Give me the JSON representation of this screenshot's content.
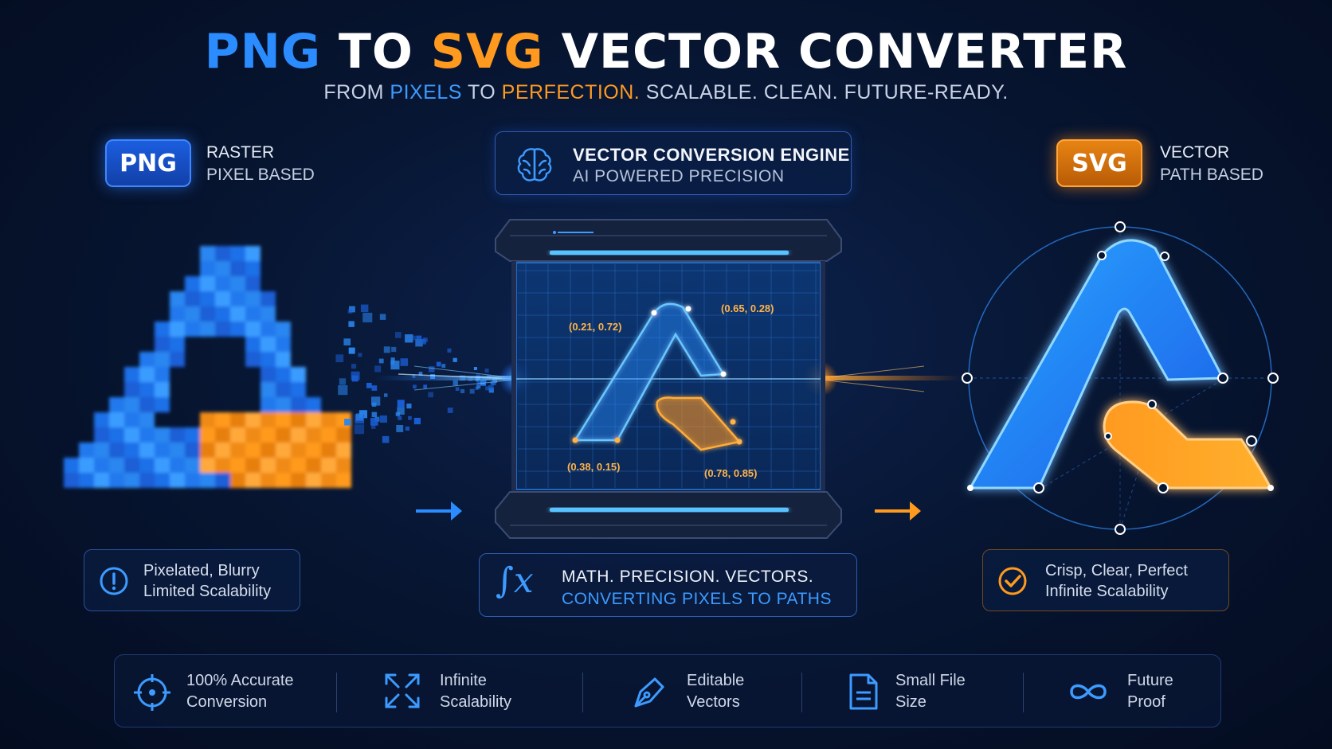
{
  "title": {
    "part1": "PNG",
    "part2": " TO ",
    "part3": "SVG",
    "part4": " VECTOR CONVERTER"
  },
  "subtitle": {
    "part1": "FROM ",
    "part2": "PIXELS",
    "part3": " TO ",
    "part4": "PERFECTION.",
    "part5": " SCALABLE. CLEAN. FUTURE-READY."
  },
  "left_panel": {
    "badge": "PNG",
    "line1": "RASTER",
    "line2": "PIXEL BASED",
    "info_line1": "Pixelated, Blurry",
    "info_line2": "Limited Scalability",
    "info_icon": "alert-circle-icon"
  },
  "center_panel": {
    "header_line1": "VECTOR CONVERSION ENGINE",
    "header_line2": "AI POWERED PRECISION",
    "header_icon": "brain-icon",
    "coord_1": "(0.21, 0.72)",
    "coord_2": "(0.65, 0.28)",
    "coord_3": "(0.38, 0.15)",
    "coord_4": "(0.78, 0.85)",
    "formula_symbol": "∫x",
    "info_line1": "MATH. PRECISION. VECTORS.",
    "info_line2": "CONVERTING PIXELS TO PATHS"
  },
  "right_panel": {
    "badge": "SVG",
    "line1": "VECTOR",
    "line2": "PATH BASED",
    "info_line1": "Crisp, Clear, Perfect",
    "info_line2": "Infinite Scalability",
    "info_icon": "check-circle-icon"
  },
  "features": [
    {
      "line1": "100% Accurate",
      "line2": "Conversion",
      "icon": "crosshair-icon"
    },
    {
      "line1": "Infinite",
      "line2": "Scalability",
      "icon": "expand-icon"
    },
    {
      "line1": "Editable",
      "line2": "Vectors",
      "icon": "pen-tool-icon"
    },
    {
      "line1": "Small File",
      "line2": "Size",
      "icon": "document-icon"
    },
    {
      "line1": "Future",
      "line2": "Proof",
      "icon": "infinity-icon"
    }
  ],
  "colors": {
    "blue": "#2b8cff",
    "orange": "#ff9a1f",
    "background": "#071633"
  }
}
